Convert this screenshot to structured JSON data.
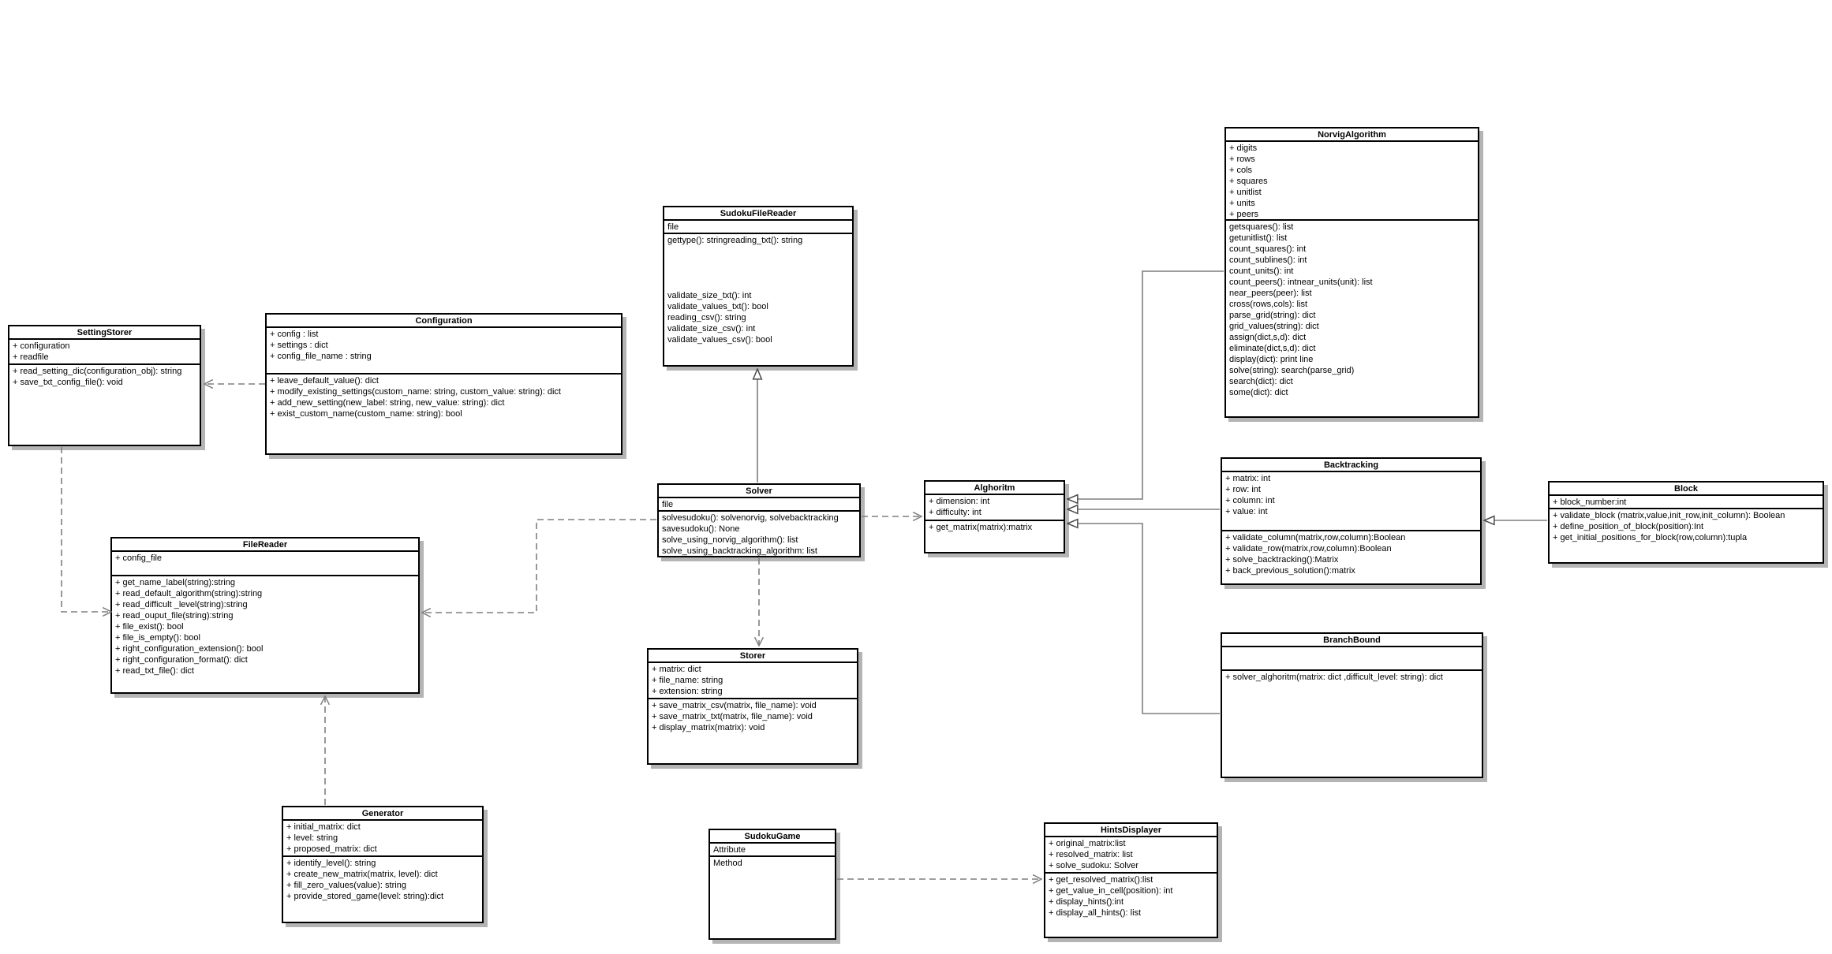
{
  "diagram": {
    "kind": "uml-class-diagram",
    "colors": {
      "background": "#ffffff",
      "box_fill": "#ffffff",
      "box_border": "#000000",
      "box_shadow": "#b4b4b4",
      "connector": "#7f7f7f"
    }
  },
  "classes": {
    "settingstorer": {
      "name": "SettingStorer",
      "attributes": [
        "+ configuration",
        "+ readfile"
      ],
      "methods": [
        "+ read_setting_dic(configuration_obj): string",
        "+ save_txt_config_file(): void"
      ]
    },
    "configuration": {
      "name": "Configuration",
      "attributes": [
        "+ config : list",
        "+ settings : dict",
        "+ config_file_name : string"
      ],
      "methods": [
        "+ leave_default_value(): dict",
        "+ modify_existing_settings(custom_name: string, custom_value: string): dict",
        "+ add_new_setting(new_label: string, new_value: string): dict",
        "+ exist_custom_name(custom_name: string): bool"
      ]
    },
    "sudokufilereader": {
      "name": "SudokuFileReader",
      "attributes": [
        "file"
      ],
      "methods": [
        "gettype(): stringreading_txt(): string",
        "",
        "",
        "",
        "",
        "validate_size_txt(): int",
        "validate_values_txt(): bool",
        "reading_csv(): string",
        "validate_size_csv(): int",
        "validate_values_csv(): bool"
      ]
    },
    "norvigalgorithm": {
      "name": "NorvigAlgorithm",
      "attributes": [
        "+ digits",
        "+ rows",
        "+ cols",
        "+ squares",
        "+ unitlist",
        "+ units",
        "+ peers"
      ],
      "methods": [
        "getsquares(): list",
        "getunitlist(): list",
        "count_squares(): int",
        "count_sublines(): int",
        "count_units(): int",
        "count_peers(): intnear_units(unit): list",
        "near_peers(peer): list",
        "cross(rows,cols): list",
        "parse_grid(string): dict",
        "grid_values(string): dict",
        "assign(dict,s,d): dict",
        "eliminate(dict,s,d): dict",
        "display(dict): print line",
        "solve(string): search(parse_grid)",
        "search(dict): dict",
        "some(dict): dict"
      ]
    },
    "solver": {
      "name": "Solver",
      "attributes": [
        "file"
      ],
      "methods": [
        "solvesudoku(): solvenorvig, solvebacktracking",
        "savesudoku(): None",
        "solve_using_norvig_algorithm(): list",
        "solve_using_backtracking_algorithm: list"
      ]
    },
    "alghoritm": {
      "name": "Alghoritm",
      "attributes": [
        "+ dimension: int",
        "+ difficulty: int"
      ],
      "methods": [
        "+ get_matrix(matrix):matrix"
      ]
    },
    "backtracking": {
      "name": "Backtracking",
      "attributes": [
        "+ matrix: int",
        "+ row: int",
        "+ column: int",
        "+ value: int"
      ],
      "methods": [
        "+ validate_column(matrix,row,column):Boolean",
        "+ validate_row(matrix,row,column):Boolean",
        "+ solve_backtracking():Matrix",
        "+ back_previous_solution():matrix"
      ]
    },
    "block": {
      "name": "Block",
      "attributes": [
        "+ block_number:int"
      ],
      "methods": [
        "+ validate_block (matrix,value,init_row,init_column): Boolean",
        "+ define_position_of_block(position):Int",
        "+ get_initial_positions_for_block(row,column):tupla"
      ]
    },
    "filereader": {
      "name": "FileReader",
      "attributes": [
        "+ config_file"
      ],
      "methods": [
        "+ get_name_label(string):string",
        "+ read_default_algorithm(string):string",
        "+ read_difficult _level(string):string",
        "+ read_ouput_file(string):string",
        "+ file_exist(): bool",
        "+ file_is_empty(): bool",
        "+ right_configuration_extension(): bool",
        "+ right_configuration_format(): dict",
        "+ read_txt_file(): dict"
      ]
    },
    "storer": {
      "name": "Storer",
      "attributes": [
        "+ matrix: dict",
        "+ file_name: string",
        "+ extension: string"
      ],
      "methods": [
        "+ save_matrix_csv(matrix, file_name): void",
        "+ save_matrix_txt(matrix, file_name): void",
        "+ display_matrix(matrix): void"
      ]
    },
    "branchbound": {
      "name": "BranchBound",
      "attributes": [],
      "methods": [
        "+ solver_alghoritm(matrix: dict ,difficult_level: string): dict"
      ]
    },
    "generator": {
      "name": "Generator",
      "attributes": [
        "+ initial_matrix: dict",
        "+ level: string",
        "+ proposed_matrix: dict"
      ],
      "methods": [
        "+ identify_level(): string",
        "+ create_new_matrix(matrix, level): dict",
        "+ fill_zero_values(value): string",
        "+ provide_stored_game(level: string):dict"
      ]
    },
    "sudokugame": {
      "name": "SudokuGame",
      "attributes": [
        "Attribute"
      ],
      "methods": [
        "Method"
      ]
    },
    "hintsdisplayer": {
      "name": "HintsDisplayer",
      "attributes": [
        "+ original_matrix:list",
        "+ resolved_matrix: list",
        "+ solve_sudoku: Solver"
      ],
      "methods": [
        "+ get_resolved_matrix():list",
        "+ get_value_in_cell(position): int",
        "+ display_hints():int",
        "+ display_all_hints(): list"
      ]
    }
  },
  "connections": [
    {
      "from": "Configuration",
      "to": "SettingStorer",
      "type": "dependency-dashed-open-arrow"
    },
    {
      "from": "SettingStorer",
      "to": "FileReader",
      "type": "dependency-dashed-open-arrow"
    },
    {
      "from": "Solver",
      "to": "FileReader",
      "type": "dependency-dashed-open-arrow"
    },
    {
      "from": "Generator",
      "to": "FileReader",
      "type": "dependency-dashed-open-arrow"
    },
    {
      "from": "Solver",
      "to": "SudokuFileReader",
      "type": "generalization-solid-hollow-triangle"
    },
    {
      "from": "Solver",
      "to": "Storer",
      "type": "dependency-dashed-open-arrow"
    },
    {
      "from": "Solver",
      "to": "Alghoritm",
      "type": "dependency-dashed-open-arrow"
    },
    {
      "from": "NorvigAlgorithm",
      "to": "Alghoritm",
      "type": "generalization-solid-hollow-triangle"
    },
    {
      "from": "Backtracking",
      "to": "Alghoritm",
      "type": "generalization-solid-hollow-triangle"
    },
    {
      "from": "BranchBound",
      "to": "Alghoritm",
      "type": "generalization-solid-hollow-triangle"
    },
    {
      "from": "Block",
      "to": "Backtracking",
      "type": "generalization-solid-hollow-triangle"
    },
    {
      "from": "SudokuGame",
      "to": "HintsDisplayer",
      "type": "dependency-dashed-open-arrow"
    }
  ]
}
